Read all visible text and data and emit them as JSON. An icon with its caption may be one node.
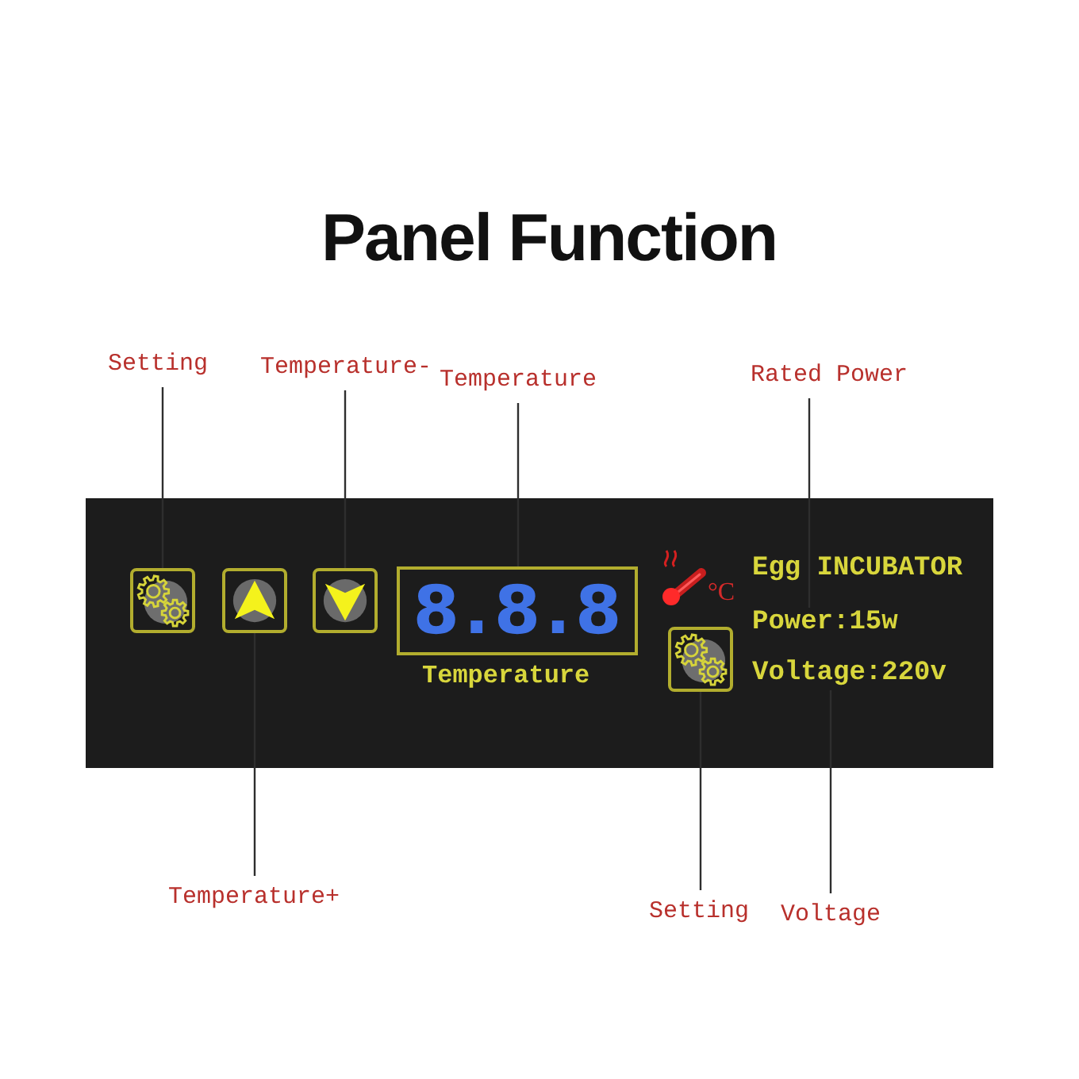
{
  "diagram": {
    "title": "Panel Function",
    "nodes": [
      {
        "text": [
          "Setting"
        ]
      },
      {
        "text": [
          "Temperature-"
        ]
      },
      {
        "text": [
          "Temperature"
        ]
      },
      {
        "text": [
          "Rated Power"
        ]
      },
      {
        "text": [
          "Egg INCUBATOR"
        ]
      },
      {
        "text": [],
        "shape": "box",
        "in": 4
      },
      {
        "text": [],
        "shape": "box",
        "in": 4
      },
      {
        "text": [],
        "shape": "box",
        "in": 4
      },
      {
        "text": [
          "8.8.8"
        ],
        "beside": [
          "Temperature"
        ],
        "in": 4
      },
      {
        "text": [
          "Power:15w"
        ],
        "in": 4
      },
      {
        "text": [],
        "shape": "box",
        "in": 4
      },
      {
        "text": [
          "Voltage:220v"
        ],
        "in": 4
      },
      {
        "text": [
          "Temperature+"
        ]
      },
      {
        "text": [
          "Setting"
        ]
      },
      {
        "text": [
          "Voltage"
        ]
      }
    ],
    "edges": [
      {
        "from": 0,
        "to": 5,
        "arrow": "none"
      },
      {
        "from": 1,
        "to": 7,
        "arrow": "none"
      },
      {
        "from": 2,
        "to": 8,
        "arrow": "none"
      },
      {
        "from": 3,
        "to": 9,
        "arrow": "none"
      },
      {
        "from": 12,
        "to": 6,
        "arrow": "none"
      },
      {
        "from": 13,
        "to": 10,
        "arrow": "none"
      },
      {
        "from": 14,
        "to": 11,
        "arrow": "none"
      }
    ],
    "labels": [
      "°C"
    ]
  }
}
